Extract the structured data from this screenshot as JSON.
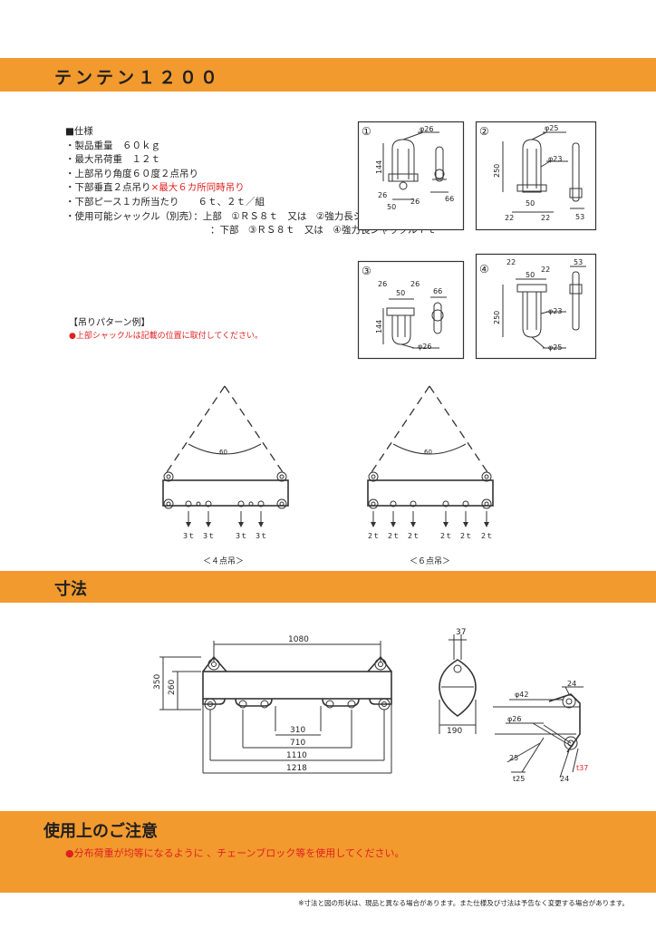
{
  "header": {
    "title": "テンテン１２００"
  },
  "specs": {
    "heading": "■仕様",
    "weight": "・製品重量　６０ｋｇ",
    "max_load": "・最大吊荷重　１２ｔ",
    "upper_angle": "・上部吊り角度６０度２点吊り",
    "lower_vertical_prefix": "・下部垂直２点吊り",
    "lower_vertical_red": "×最大６カ所同時吊り",
    "piece": "・下部ピース１カ所当たり　　６ｔ、２ｔ／組",
    "shackle_line1": "・使用可能シャックル（別売）：上部　①ＲＳ８ｔ　又は　②強力長シャックル７ｔ",
    "shackle_line2": "：下部　③ＲＳ８ｔ　又は　④強力長シャックル７ｔ"
  },
  "shackles": {
    "s1": {
      "num": "①",
      "d1": "φ26",
      "d2": "144",
      "d3": "26",
      "d4": "50",
      "d5": "26",
      "d6": "66"
    },
    "s2": {
      "num": "②",
      "d1": "φ25",
      "d2": "250",
      "d3": "φ23",
      "d4": "50",
      "d5": "22",
      "d6": "22",
      "d7": "53"
    },
    "s3": {
      "num": "③",
      "d1": "26",
      "d2": "50",
      "d3": "26",
      "d4": "66",
      "d5": "144",
      "d6": "φ26"
    },
    "s4": {
      "num": "④",
      "d1": "22",
      "d2": "50",
      "d3": "22",
      "d4": "53",
      "d5": "250",
      "d6": "φ23",
      "d7": "φ25"
    }
  },
  "pattern": {
    "heading": "【吊りパターン例】",
    "note": "●上部シャックルは記載の位置に取付してください。",
    "left": {
      "angle": "60",
      "loads": [
        "3ｔ",
        "3ｔ",
        "3ｔ",
        "3ｔ"
      ],
      "caption": "＜４点吊＞"
    },
    "right": {
      "angle": "60",
      "loads": [
        "2ｔ",
        "2ｔ",
        "2ｔ",
        "2ｔ",
        "2ｔ",
        "2ｔ"
      ],
      "caption": "＜６点吊＞"
    }
  },
  "dimensions": {
    "title": "寸法",
    "top_width": "1080",
    "h_outer": "350",
    "h_inner": "260",
    "w1": "310",
    "w2": "710",
    "w3": "1110",
    "w4": "1218",
    "side_top": "37",
    "side_width": "190",
    "d_phi42": "φ42",
    "d_24a": "24",
    "d_phi26": "φ26",
    "d_25": "25",
    "d_t25": "t25",
    "d_24b": "24",
    "d_t37": "t37"
  },
  "caution": {
    "title": "使用上のご注意",
    "notice": "●分布荷重が均等になるように 、チェーンブロック等を使用してください。"
  },
  "footnote": "※寸法と図の形状は、現品と異なる場合があります。また仕様及び寸法は予告なく変更する場合があります。",
  "colors": {
    "band": "#f29a2e",
    "red": "#e02020"
  }
}
